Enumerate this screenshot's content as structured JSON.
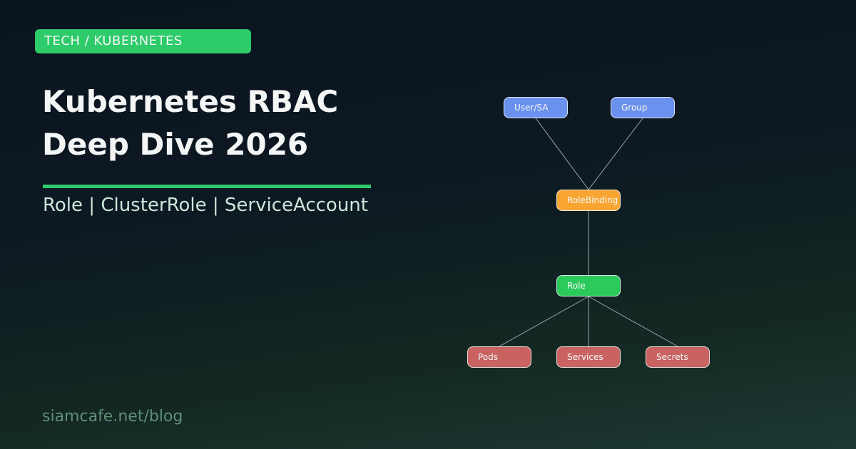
{
  "card": {
    "category_badge": "TECH / KUBERNETES",
    "title_line1": "Kubernetes RBAC",
    "title_line2": "Deep Dive 2026",
    "subtitle": "Role | ClusterRole | ServiceAccount",
    "footer_url": "siamcafe.net/blog"
  },
  "colors": {
    "background_top": "#0a141f",
    "background_bottom": "#1d3833",
    "accent_green": "#2dcb6a",
    "title_text": "#f4f6f6",
    "subtitle_text": "#cde6d9",
    "footer_text": "#5f8f77",
    "node_blue": "#6a91ee",
    "node_orange": "#f8a532",
    "node_green": "#2cc95b",
    "node_red": "#c86362",
    "edge_line": "#9aa4ae"
  },
  "diagram": {
    "nodes": [
      {
        "id": "user-sa",
        "label": "User/SA",
        "color": "#6a91ee"
      },
      {
        "id": "group",
        "label": "Group",
        "color": "#6a91ee"
      },
      {
        "id": "rolebinding",
        "label": "RoleBinding",
        "color": "#f8a532"
      },
      {
        "id": "role",
        "label": "Role",
        "color": "#2cc95b"
      },
      {
        "id": "pods",
        "label": "Pods",
        "color": "#c86362"
      },
      {
        "id": "services",
        "label": "Services",
        "color": "#c86362"
      },
      {
        "id": "secrets",
        "label": "Secrets",
        "color": "#c86362"
      }
    ],
    "edges": [
      {
        "from": "user-sa",
        "to": "rolebinding"
      },
      {
        "from": "group",
        "to": "rolebinding"
      },
      {
        "from": "rolebinding",
        "to": "role"
      },
      {
        "from": "role",
        "to": "pods"
      },
      {
        "from": "role",
        "to": "services"
      },
      {
        "from": "role",
        "to": "secrets"
      }
    ]
  }
}
